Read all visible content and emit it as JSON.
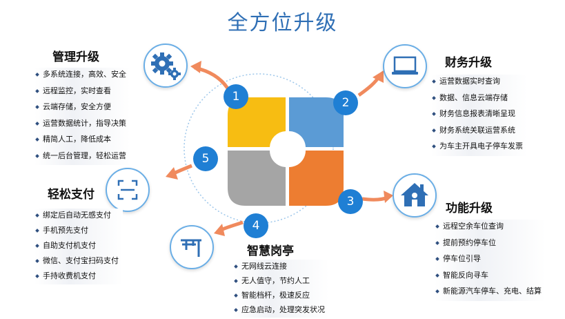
{
  "title": "全方位升级",
  "colors": {
    "accent": "#2f6fb5",
    "badge": "#1f7fd4",
    "arrow": "#f08a5d",
    "quadrant_yellow": "#f7bd12",
    "quadrant_blue": "#5b9bd5",
    "quadrant_orange": "#ed7d31",
    "quadrant_gray": "#a5a5a5"
  },
  "sections": {
    "management": {
      "number": "1",
      "title": "管理升级",
      "icon": "gears-icon",
      "items": [
        "多系统连接，高效、安全",
        "远程监控，实时查看",
        "云端存储，安全方便",
        "运营数据统计，指导决策",
        "精简人工，降低成本",
        "统一后台管理，轻松运营"
      ]
    },
    "finance": {
      "number": "2",
      "title": "财务升级",
      "icon": "laptop-icon",
      "items": [
        "运营数据实时查询",
        "数据、信息云端存储",
        "财务信息报表清晰呈现",
        "财务系统关联运营系统",
        "为车主开具电子停车发票"
      ]
    },
    "function": {
      "number": "3",
      "title": "功能升级",
      "icon": "house-icon",
      "items": [
        "远程空余车位查询",
        "提前预约停车位",
        "停车位引导",
        "智能反向寻车",
        "新能源汽车停车、充电、结算"
      ]
    },
    "booth": {
      "number": "4",
      "title": "智慧岗亭",
      "icon": "barrier-gate-icon",
      "items": [
        "无网线云连接",
        "无人值守，节约人工",
        "智能档杆，极速反应",
        "应急启动，处理突发状况"
      ]
    },
    "payment": {
      "number": "5",
      "title": "轻松支付",
      "icon": "scan-icon",
      "items": [
        "绑定后自动无感支付",
        "手机预先支付",
        "自助支付机支付",
        "微信、支付宝扫码支付",
        "手持收费机支付"
      ]
    }
  }
}
